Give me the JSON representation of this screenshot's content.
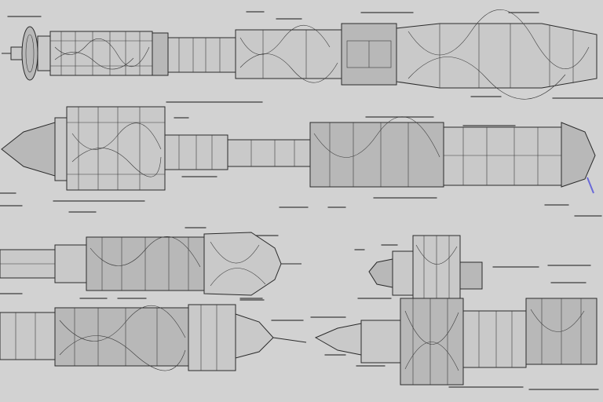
{
  "image": {
    "background_color": "#d2d2d2",
    "ink_color": "#2b2b2b",
    "accent_color": "#6a6ad8",
    "components": [
      {
        "name": "rocket-top"
      },
      {
        "name": "rocket-second"
      },
      {
        "name": "rocket-third-left"
      },
      {
        "name": "rocket-third-right"
      },
      {
        "name": "rocket-bottom-left"
      },
      {
        "name": "rocket-bottom-right"
      }
    ]
  }
}
